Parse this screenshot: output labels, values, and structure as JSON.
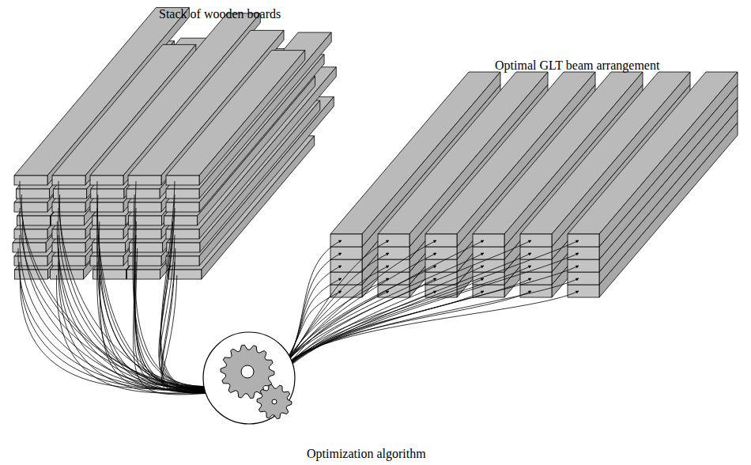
{
  "diagram": {
    "labels": [
      "Stack of wooden boards",
      "Optimal GLT beam arrangement",
      "Optimization algorithm"
    ]
  }
}
